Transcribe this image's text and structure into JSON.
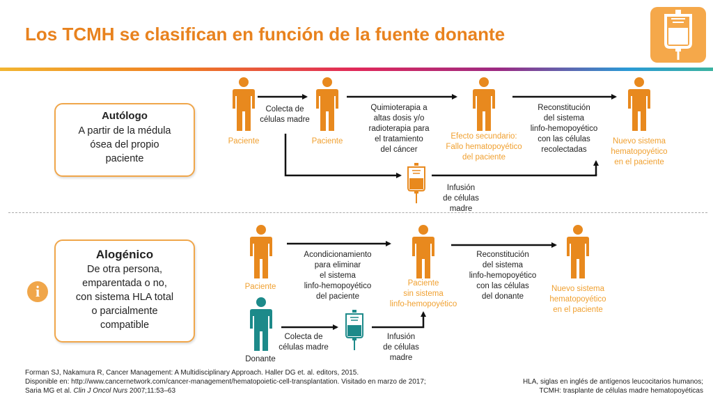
{
  "title": "Los TCMH se clasifican en función de la fuente donante",
  "colors": {
    "accent": "#f0a030",
    "box_border": "#f0a64a",
    "teal": "#1d8a8a",
    "arrow": "#111111"
  },
  "icons": {
    "corner": "iv-bag-icon",
    "info": "info-icon"
  },
  "autologo": {
    "heading": "Autólogo",
    "desc": [
      "A partir de la médula",
      "ósea del propio",
      "paciente"
    ],
    "steps": {
      "paciente1": "Paciente",
      "colecta": [
        "Colecta de",
        "células madre"
      ],
      "paciente2": "Paciente",
      "quimio": [
        "Quimioterapia a",
        "altas dosis y/o",
        "radioterapia para",
        "el tratamiento",
        "del cáncer"
      ],
      "efecto": [
        "Efecto secundario:",
        "Fallo hematopoyético",
        "del paciente"
      ],
      "reconstitucion": [
        "Reconstitución",
        "del sistema",
        "linfo-hemopoyético",
        "con las células",
        "recolectadas"
      ],
      "nuevo": [
        "Nuevo sistema",
        "hematopoyético",
        "en el paciente"
      ],
      "infusion": [
        "Infusión",
        "de células",
        "madre"
      ]
    }
  },
  "alogenico": {
    "heading": "Alogénico",
    "desc": [
      "De otra persona,",
      "emparentada o no,",
      "con sistema HLA total",
      "o parcialmente",
      "compatible"
    ],
    "steps": {
      "paciente": "Paciente",
      "acondicionamiento": [
        "Acondicionamiento",
        "para eliminar",
        "el sistema",
        "linfo-hemopoyético",
        "del paciente"
      ],
      "paciente_sin": [
        "Paciente",
        "sin sistema",
        "linfo-hemopoyético"
      ],
      "reconstitucion": [
        "Reconstitución",
        "del sistema",
        "linfo-hemopoyético",
        "con las células",
        "del donante"
      ],
      "nuevo": [
        "Nuevo sistema",
        "hematopoyético",
        "en el paciente"
      ],
      "donante": "Donante",
      "colecta": [
        "Colecta de",
        "células madre"
      ],
      "infusion": [
        "Infusión",
        "de células",
        "madre"
      ]
    }
  },
  "footnotes": {
    "ref1": "Forman SJ, Nakamura R, Cancer Management: A Multidisciplinary Approach. Haller DG et. al. editors, 2015.",
    "ref2": "Disponible en: http://www.cancernetwork.com/cancer-management/hematopoietic-cell-transplantation. Visitado en marzo de 2017;",
    "ref3_a": "Saria MG et al. ",
    "ref3_b": "Clin J Oncol Nurs",
    "ref3_c": " 2007;11:53–63",
    "abbr1": "HLA, siglas en inglés de antígenos leucocitarios humanos;",
    "abbr2": "TCMH: trasplante de células madre hematopoyéticas"
  }
}
